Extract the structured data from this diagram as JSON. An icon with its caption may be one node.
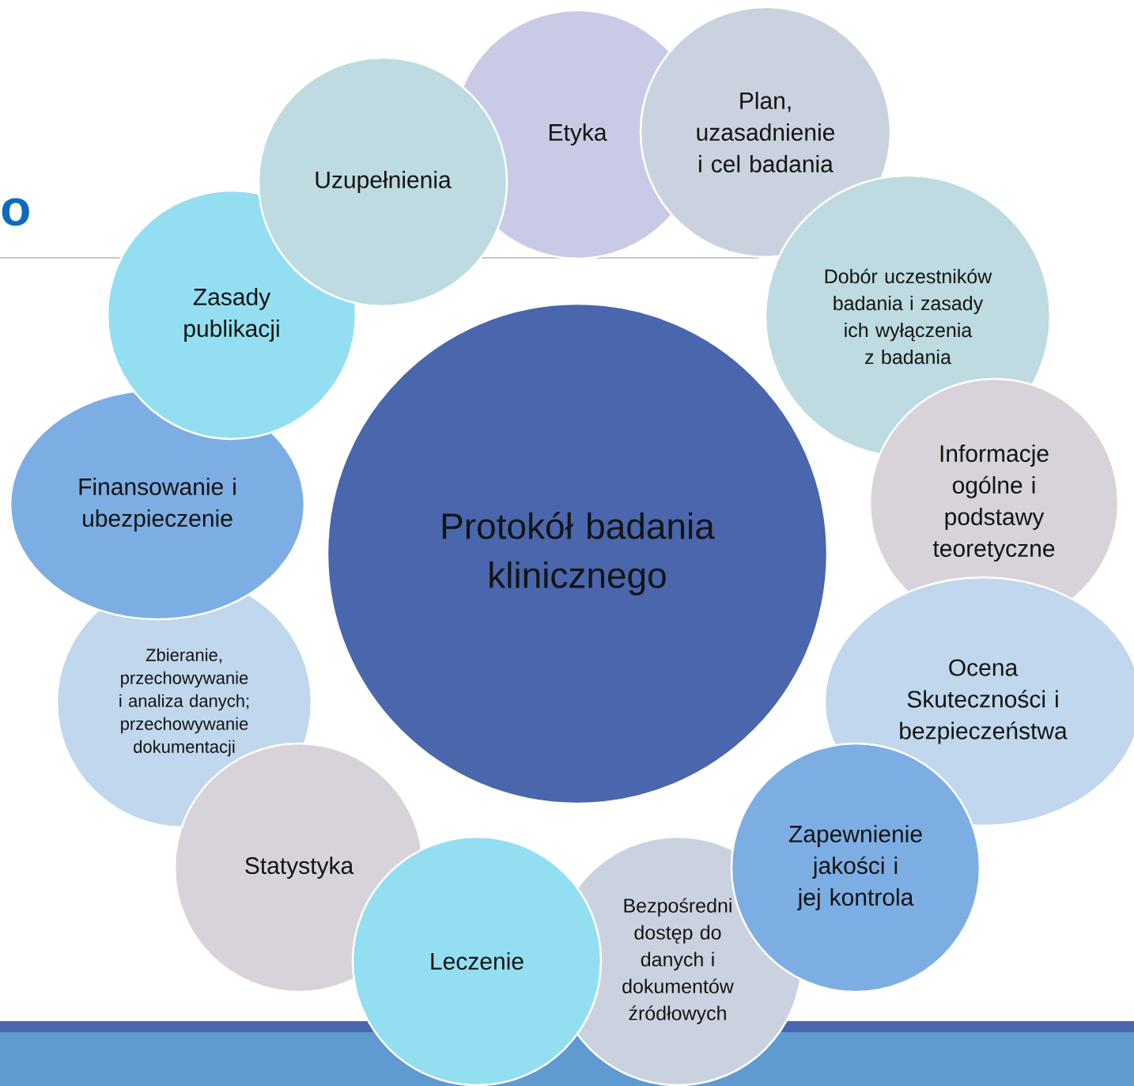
{
  "diagram": {
    "nodes": [
      {
        "text": [
          "Protokół badania klinicznego"
        ]
      },
      {
        "text": [
          "Etyka"
        ]
      },
      {
        "text": [
          "Plan, uzasadnienie i cel badania"
        ]
      },
      {
        "text": [
          "Dobór uczestników badania i zasady ich wyłączenia z badania"
        ]
      },
      {
        "text": [
          "Informacje ogólne i podstawy teoretyczne"
        ]
      },
      {
        "text": [
          "Ocena Skuteczności i bezpieczeństwa"
        ]
      },
      {
        "text": [
          "Zapewnienie jakości i jej kontrola"
        ]
      },
      {
        "text": [
          "Bezpośredni dostęp do danych i dokumentów źródłowych"
        ]
      },
      {
        "text": [
          "Leczenie"
        ]
      },
      {
        "text": [
          "Statystyka"
        ]
      },
      {
        "text": [
          "Zbieranie, przechowywanie i analiza danych; przechowywanie dokumentacji"
        ]
      },
      {
        "text": [
          "Finansowanie i ubezpieczenie"
        ]
      },
      {
        "text": [
          "Zasady publikacji"
        ]
      },
      {
        "text": [
          "Uzupełnienia"
        ]
      }
    ],
    "labels": [
      "o"
    ]
  }
}
